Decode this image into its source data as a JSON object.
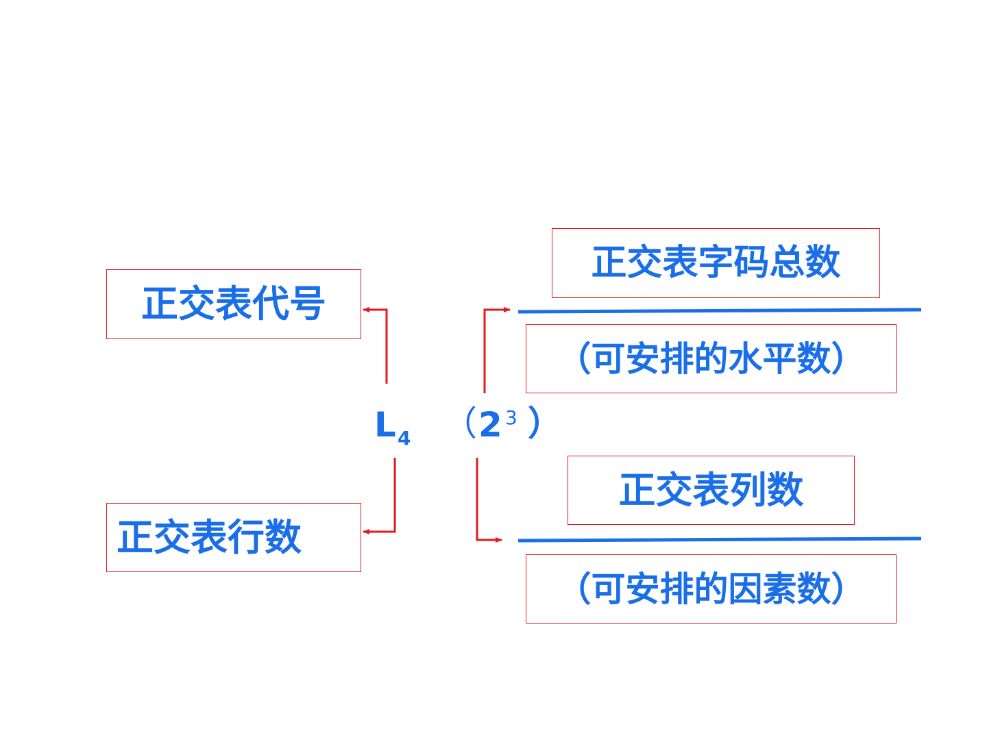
{
  "formula": {
    "symbol": "L",
    "subscript": "4",
    "open_paren": "（",
    "base": "2",
    "exponent": "3",
    "close_paren": "）"
  },
  "labels": {
    "table_code": "正交表代号",
    "table_rows": "正交表行数",
    "numerator": "正交表字码总数",
    "numerator_note": "（可安排的水平数）",
    "denominator": "正交表列数",
    "denominator_note": "（可安排的因素数）"
  },
  "colors": {
    "text": "#1a6fe8",
    "box_border": "#e01b1b",
    "arrow": "#e01b1b",
    "fraction_line": "#1a6fe8"
  }
}
